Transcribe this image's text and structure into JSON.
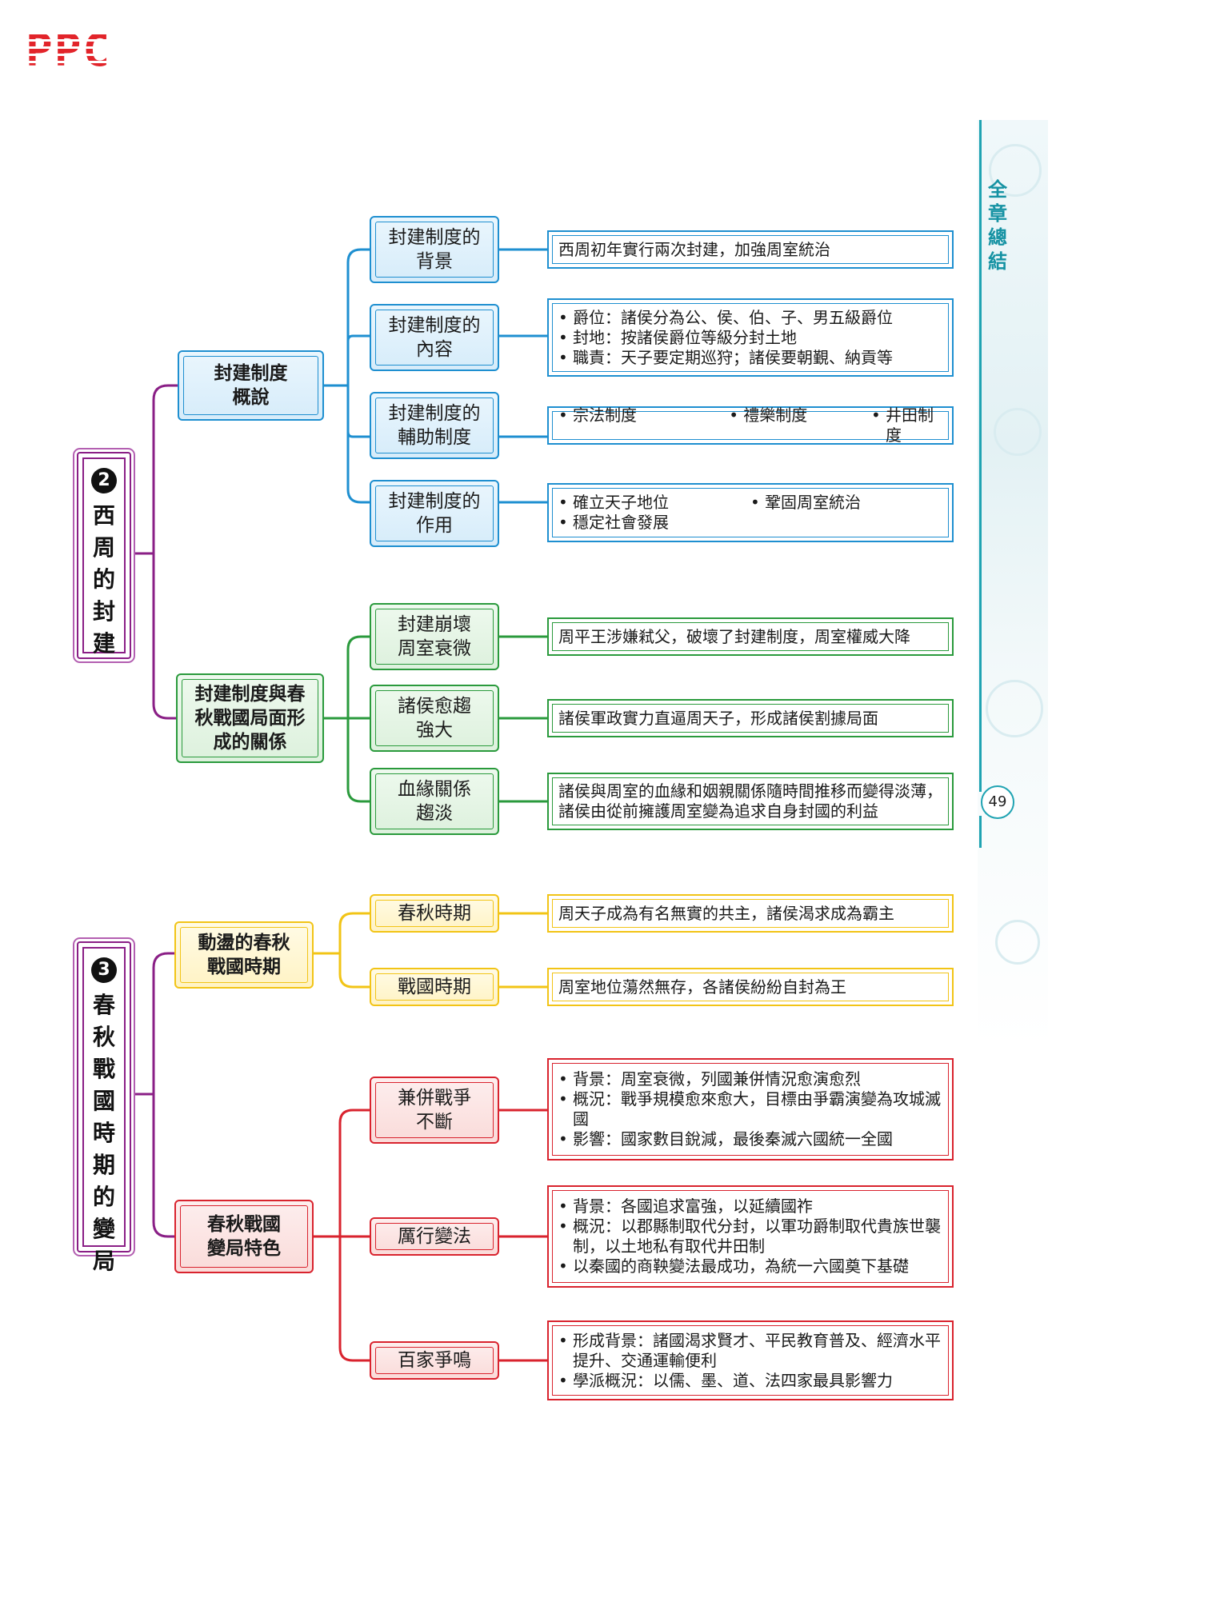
{
  "header": {
    "logo": "PPC"
  },
  "side": {
    "chapter_label": "全章總結",
    "page_number": "49"
  },
  "sections": [
    {
      "number": "2",
      "title": "西周的封建"
    },
    {
      "number": "3",
      "title": "春秋戰國時期的變局"
    }
  ],
  "s2": {
    "branch1": {
      "label": "封建制度概說",
      "children": [
        {
          "label": "封建制度的背景",
          "details": [
            "西周初年實行兩次封建，加強周室統治"
          ]
        },
        {
          "label": "封建制度的內容",
          "details": [
            "爵位：諸侯分為公、侯、伯、子、男五級爵位",
            "封地：按諸侯爵位等級分封土地",
            "職責：天子要定期巡狩；諸侯要朝覲、納貢等"
          ]
        },
        {
          "label": "封建制度的輔助制度",
          "details": [
            "宗法制度",
            "禮樂制度",
            "井田制度"
          ]
        },
        {
          "label": "封建制度的作用",
          "details": [
            "確立天子地位",
            "鞏固周室統治",
            "穩定社會發展"
          ]
        }
      ]
    },
    "branch2": {
      "label": "封建制度與春秋戰國局面形成的關係",
      "children": [
        {
          "label": "封建崩壞周室衰微",
          "details": [
            "周平王涉嫌弒父，破壞了封建制度，周室權威大降"
          ]
        },
        {
          "label": "諸侯愈趨強大",
          "details": [
            "諸侯軍政實力直逼周天子，形成諸侯割據局面"
          ]
        },
        {
          "label": "血緣關係趨淡",
          "details": [
            "諸侯與周室的血緣和姻親關係隨時間推移而變得淡薄，諸侯由從前擁護周室變為追求自身封國的利益"
          ]
        }
      ]
    }
  },
  "s3": {
    "branch1": {
      "label": "動盪的春秋戰國時期",
      "children": [
        {
          "label": "春秋時期",
          "details": [
            "周天子成為有名無實的共主，諸侯渴求成為霸主"
          ]
        },
        {
          "label": "戰國時期",
          "details": [
            "周室地位蕩然無存，各諸侯紛紛自封為王"
          ]
        }
      ]
    },
    "branch2": {
      "label": "春秋戰國變局特色",
      "children": [
        {
          "label": "兼併戰爭不斷",
          "details": [
            "背景：周室衰微，列國兼併情況愈演愈烈",
            "概況：戰爭規模愈來愈大，目標由爭霸演變為攻城滅國",
            "影響：國家數目銳減，最後秦滅六國統一全國"
          ]
        },
        {
          "label": "厲行變法",
          "details": [
            "背景：各國追求富強，以延續國祚",
            "概況：以郡縣制取代分封，以軍功爵制取代貴族世襲制，以土地私有取代井田制",
            "以秦國的商鞅變法最成功，為統一六國奠下基礎"
          ]
        },
        {
          "label": "百家爭鳴",
          "details": [
            "形成背景：諸國渴求賢才、平民教育普及、經濟水平提升、交通運輸便利",
            "學派概況：以儒、墨、道、法四家最具影響力"
          ]
        }
      ]
    }
  },
  "colors": {
    "purple": "#8a1f86",
    "blue": "#1e8fd0",
    "green": "#2a9a3c",
    "yellow": "#f2c416",
    "red": "#d9232e",
    "teal": "#1fa3b2"
  }
}
